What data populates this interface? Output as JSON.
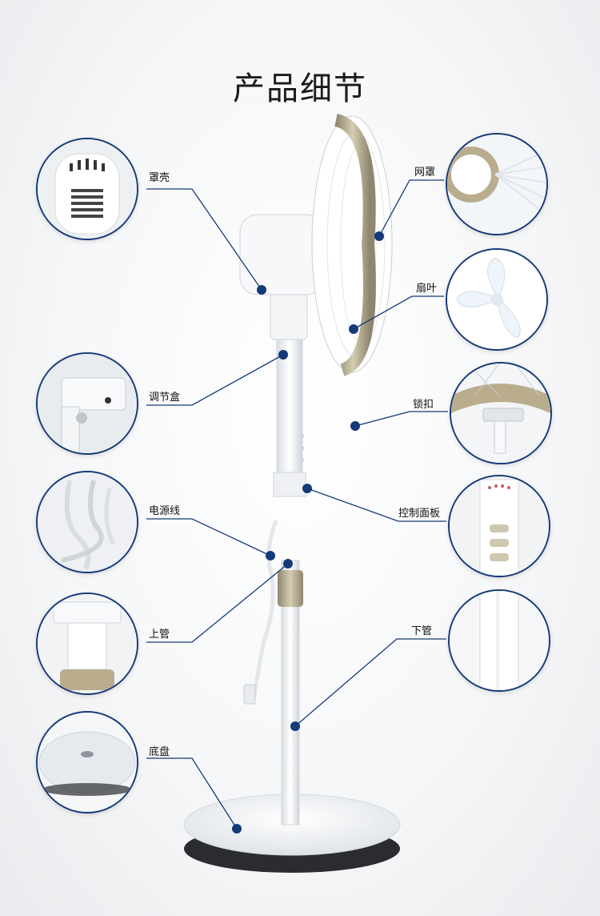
{
  "page": {
    "title": "产品细节"
  },
  "callouts": [
    {
      "id": "zhaoke",
      "label": "罩壳"
    },
    {
      "id": "tiaojiehe",
      "label": "调节盒"
    },
    {
      "id": "dianyuanxian",
      "label": "电源线"
    },
    {
      "id": "shangguan",
      "label": "上管"
    },
    {
      "id": "dipan",
      "label": "底盘"
    },
    {
      "id": "wangzhao",
      "label": "网罩"
    },
    {
      "id": "shanye",
      "label": "扇叶"
    },
    {
      "id": "suokou",
      "label": "锁扣"
    },
    {
      "id": "kongzhimianban",
      "label": "控制面板"
    },
    {
      "id": "xiaguan",
      "label": "下管"
    }
  ],
  "colors": {
    "callout_line": "#153a78",
    "callout_dot": "#153a78",
    "accent_gold": "#b9ad8e",
    "fan_white": "#f7f8fa"
  }
}
